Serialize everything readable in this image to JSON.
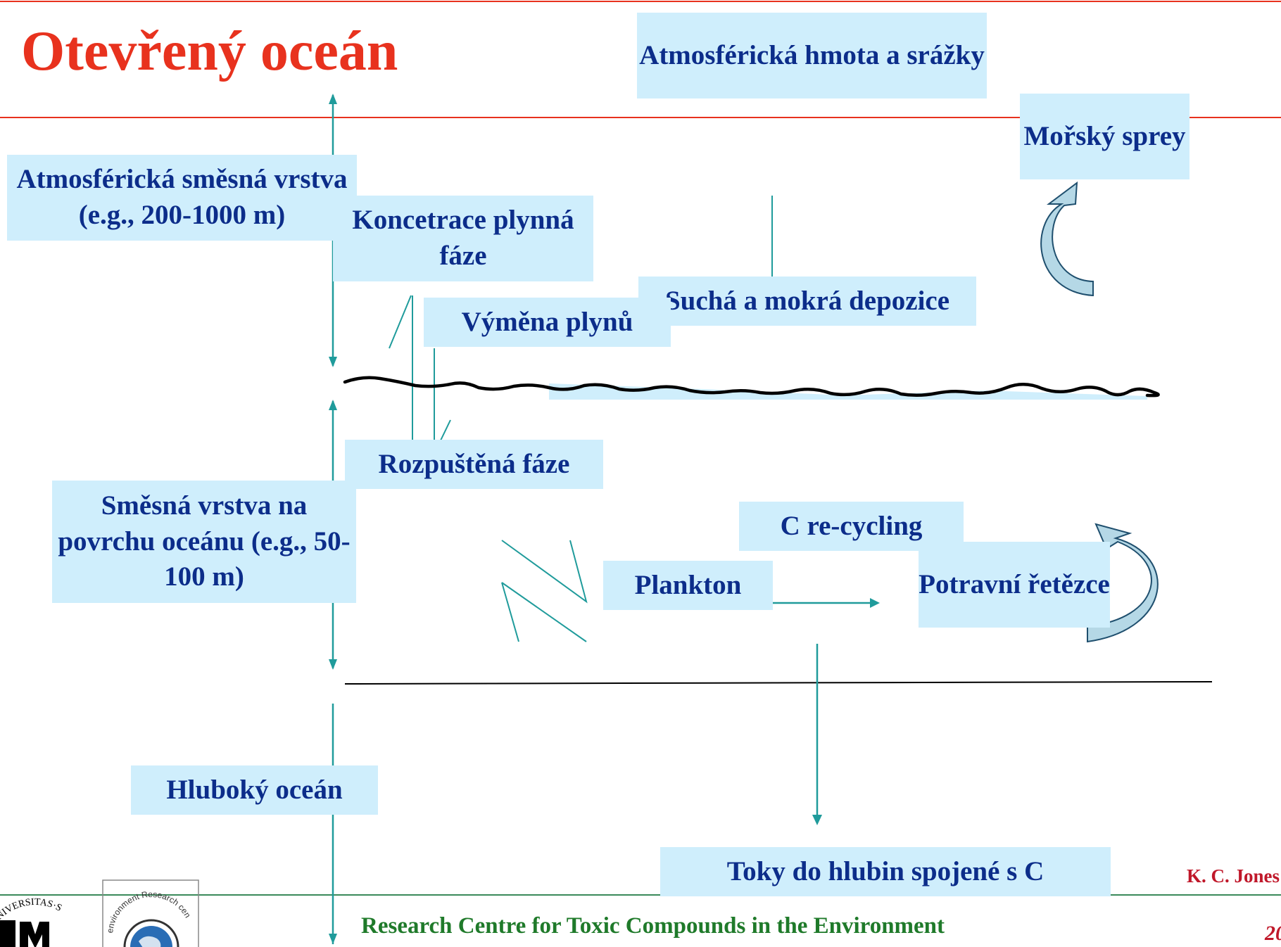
{
  "title": "Otevřený oceán",
  "labels": {
    "atm_mass": "Atmosférická hmota a srážky",
    "sea_spray": "Mořský sprey",
    "atm_mixed": "Atmosférická směsná vrstva (e.g., 200-1000 m)",
    "gas_conc": "Koncetrace plynná fáze",
    "deposition": "Suchá a mokrá depozice",
    "gas_exchange": "Výměna plynů",
    "dissolved": "Rozpuštěná fáze",
    "ocean_mixed": "Směsná vrstva na povrchu oceánu (e.g., 50-100 m)",
    "c_recycling": "C re-cycling",
    "plankton": "Plankton",
    "food_chains": "Potravní řetězce",
    "deep_ocean": "Hluboký oceán",
    "deep_fluxes": "Toky do hlubin spojené s C"
  },
  "footer": {
    "centre": "Research Centre for Toxic Compounds in the Environment",
    "author": "K. C. Jones",
    "year": "20",
    "logo_mu_text": "UNIVERSITAS",
    "logo_recetox_text": "environment Research centre"
  },
  "colors": {
    "title": "#e8321e",
    "label_text": "#0c2d8a",
    "label_box": "#cfeefc",
    "rule": "#e8321e",
    "arrow": "#1f9b9b",
    "footer_text": "#1f7a2a",
    "author_text": "#c0182a"
  }
}
